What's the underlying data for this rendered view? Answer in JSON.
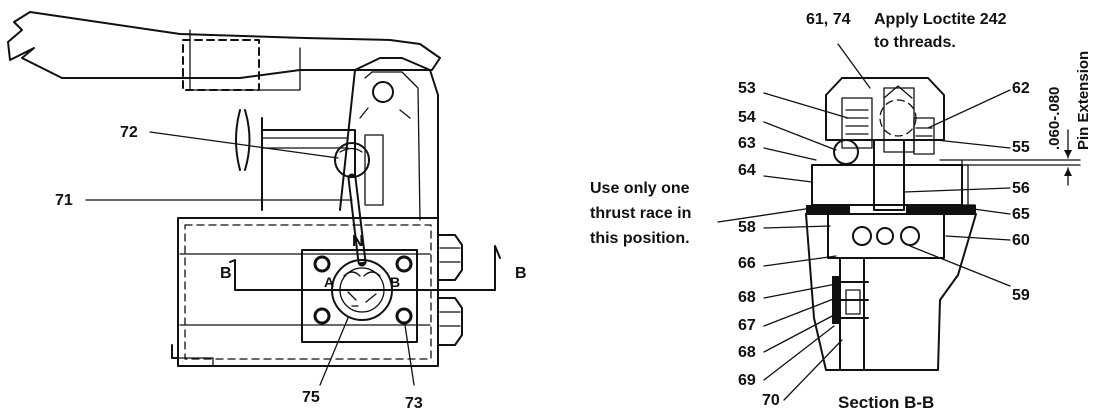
{
  "left_view": {
    "callouts": [
      "72",
      "71",
      "75",
      "73"
    ],
    "lever_position": "N",
    "port_a": "A",
    "port_b": "B",
    "section_mark": "B"
  },
  "section_view": {
    "title": "Section B-B",
    "callouts": [
      "53",
      "54",
      "63",
      "64",
      "58",
      "66",
      "68",
      "67",
      "68",
      "69",
      "70",
      "62",
      "55",
      "56",
      "65",
      "60",
      "59"
    ],
    "callout_top": "61, 74",
    "loctite_note": [
      "Apply Loctite 242",
      "to threads."
    ],
    "thrust_note": [
      "Use only one",
      "thrust race in",
      "this position."
    ],
    "dimension": ".060-.080",
    "dimension_label": "Pin Extension"
  },
  "colors": {
    "ink": "#111111",
    "paper": "#ffffff"
  }
}
